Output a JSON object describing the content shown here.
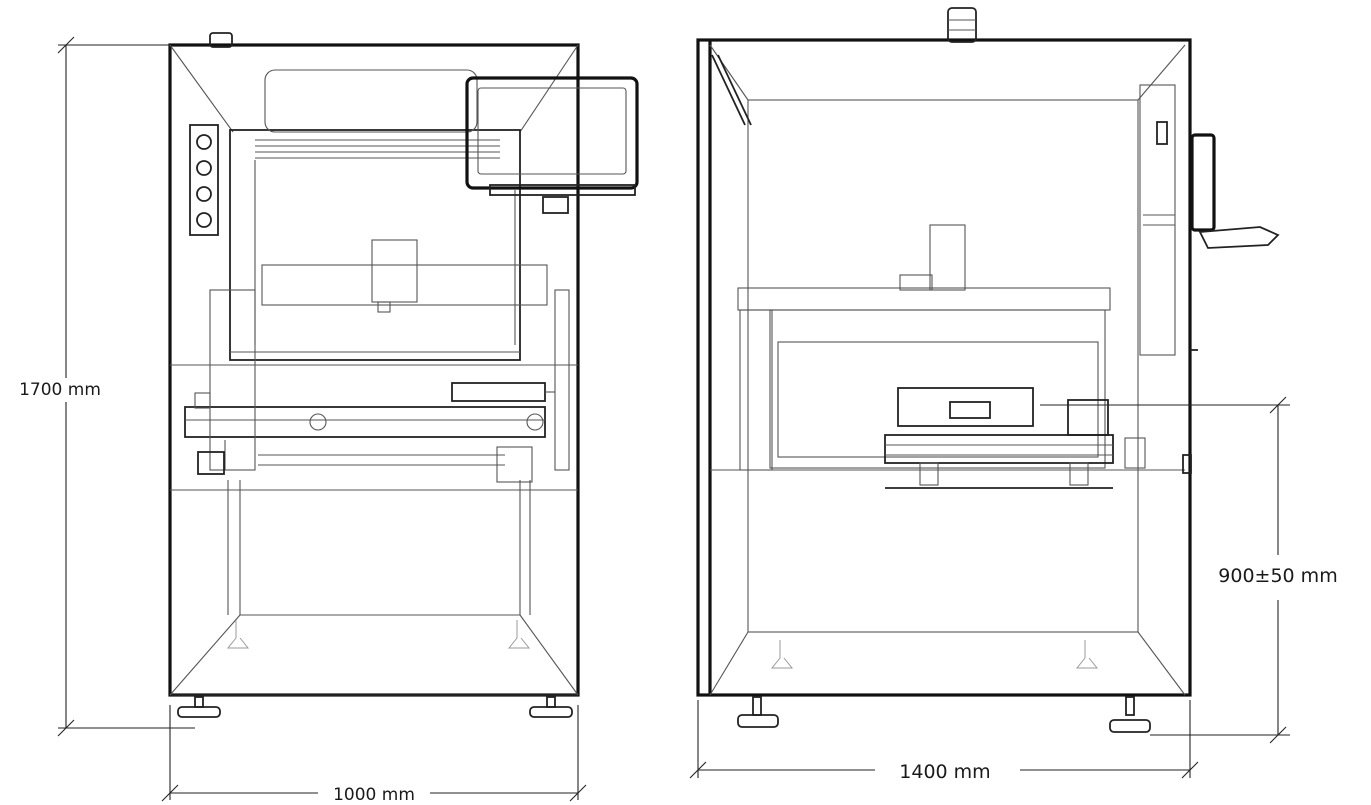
{
  "dimensions": {
    "height": "1700 mm",
    "front_width": "1000 mm",
    "side_depth": "1400 mm",
    "work_height": "900±50 mm"
  },
  "colors": {
    "line": "#111111",
    "background": "#ffffff"
  }
}
